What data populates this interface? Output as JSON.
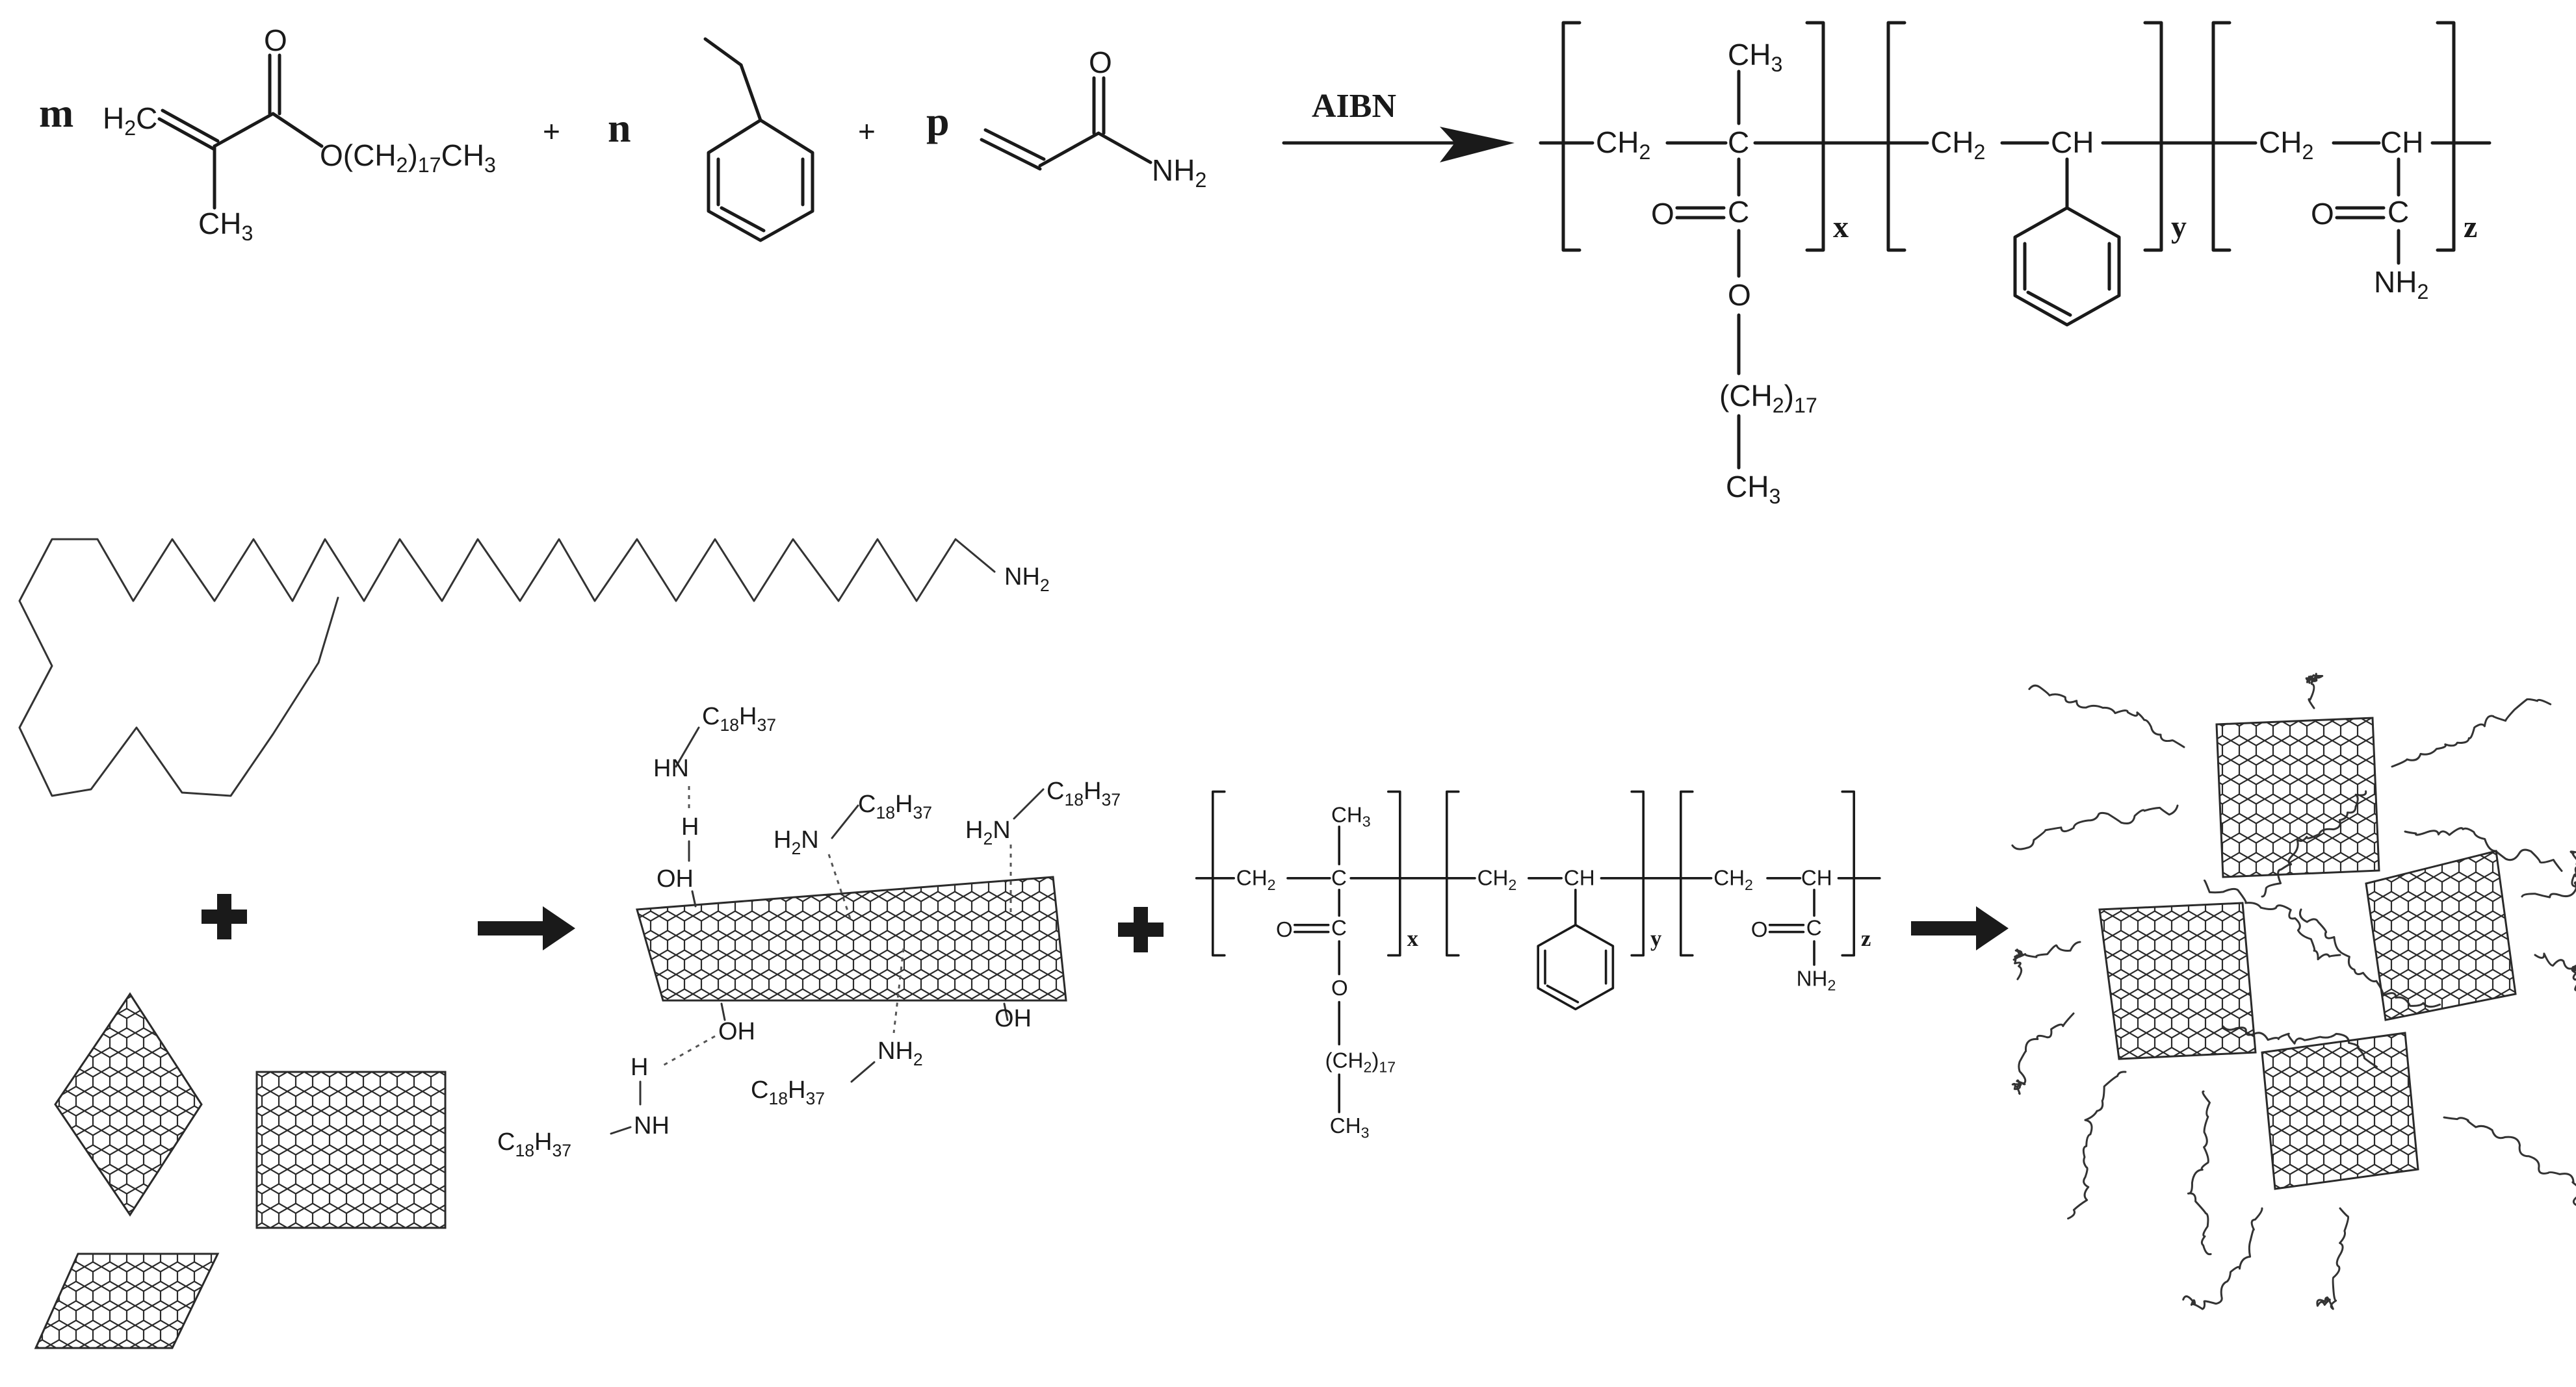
{
  "top_reaction": {
    "coef_m": "m",
    "coef_n": "n",
    "coef_p": "p",
    "plus": "+",
    "catalyst": "AIBN",
    "monomer1": {
      "h2c": "H2C",
      "o": "O",
      "ester": "O(CH2)17CH3",
      "ch3": "CH3"
    },
    "monomer3": {
      "o": "O",
      "nh2": "NH2"
    },
    "product": {
      "ch3": "CH3",
      "ch2": "CH2",
      "c": "C",
      "ch": "CH",
      "o": "O",
      "chain": "(CH2)17",
      "nh2": "NH2",
      "x": "x",
      "y": "y",
      "z": "z"
    }
  },
  "bottom": {
    "amine_nh2": "NH2",
    "amine_groups": {
      "hn": "HN",
      "h": "H",
      "oh": "OH",
      "h2n": "H2N",
      "nh2": "NH2",
      "nh": "NH",
      "c18h37": "C18H37"
    }
  },
  "colors": {
    "ink": "#1a1a1a",
    "background": "#ffffff"
  }
}
